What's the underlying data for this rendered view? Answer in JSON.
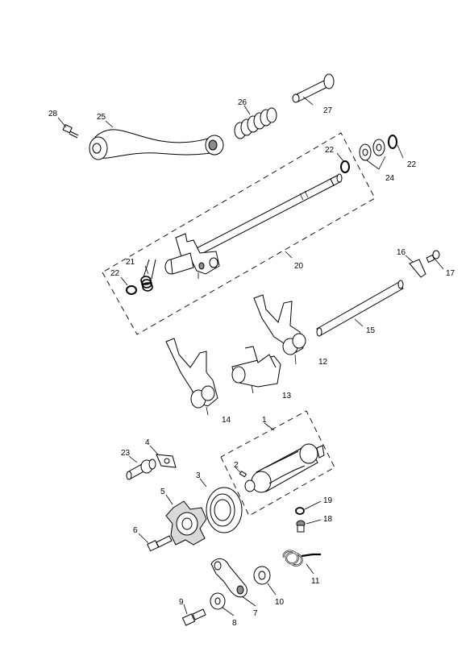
{
  "diagram": {
    "callouts": {
      "c1": "1",
      "c2": "2",
      "c3": "3",
      "c4": "4",
      "c5": "5",
      "c6": "6",
      "c7": "7",
      "c8": "8",
      "c9": "9",
      "c10": "10",
      "c11": "11",
      "c12": "12",
      "c13": "13",
      "c14": "14",
      "c15": "15",
      "c16": "16",
      "c17": "17",
      "c18": "18",
      "c19": "19",
      "c20": "20",
      "c21": "21",
      "c22a": "22",
      "c22b": "22",
      "c22c": "22",
      "c23": "23",
      "c24": "24",
      "c25": "25",
      "c26": "26",
      "c27": "27",
      "c28": "28"
    }
  }
}
